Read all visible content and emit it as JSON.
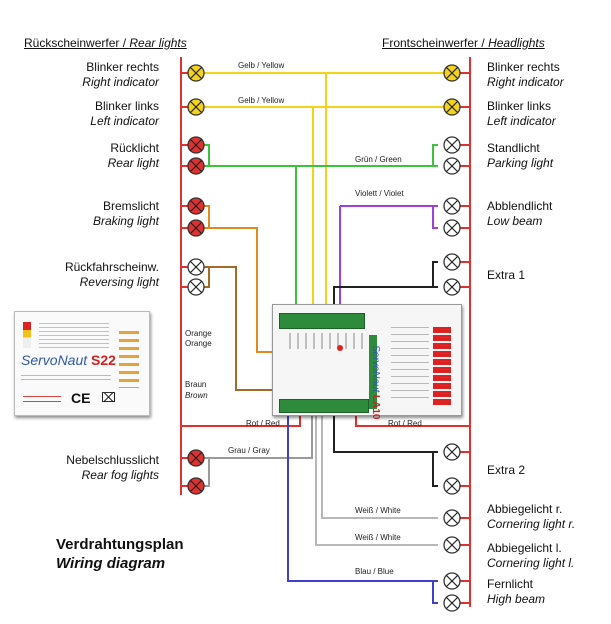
{
  "headers": {
    "rear": {
      "de": "Rückscheinwerfer",
      "en": "Rear lights"
    },
    "front": {
      "de": "Frontscheinwerfer",
      "en": "Headlights"
    }
  },
  "rear_lights": [
    {
      "de": "Blinker rechts",
      "en": "Right indicator"
    },
    {
      "de": "Blinker links",
      "en": "Left indicator"
    },
    {
      "de": "Rücklicht",
      "en": "Rear light"
    },
    {
      "de": "Bremslicht",
      "en": "Braking light"
    },
    {
      "de": "Rückfahrscheinw.",
      "en": "Reversing light"
    },
    {
      "de": "Nebelschlusslicht",
      "en": "Rear fog lights"
    }
  ],
  "front_lights": [
    {
      "de": "Blinker rechts",
      "en": "Right indicator"
    },
    {
      "de": "Blinker links",
      "en": "Left indicator"
    },
    {
      "de": "Standlicht",
      "en": "Parking light"
    },
    {
      "de": "Abblendlicht",
      "en": "Low beam"
    },
    {
      "de": "Extra 1",
      "en": ""
    },
    {
      "de": "Extra 2",
      "en": ""
    },
    {
      "de": "Abbiegelicht r.",
      "en": "Cornering light r."
    },
    {
      "de": "Abbiegelicht l.",
      "en": "Cornering light l."
    },
    {
      "de": "Fernlicht",
      "en": "High beam"
    }
  ],
  "wires": {
    "yellow1": "Gelb / Yellow",
    "yellow2": "Gelb / Yellow",
    "green": "Grün / Green",
    "violet": "Violett / Violet",
    "orange_de": "Orange",
    "orange_en": "Orange",
    "brown_de": "Braun",
    "brown_en": "Brown",
    "red_left": "Rot / Red",
    "red_right": "Rot / Red",
    "grey": "Grau / Gray",
    "white1": "Weiß / White",
    "white2": "Weiß / White",
    "blue": "Blau / Blue"
  },
  "title": {
    "de": "Verdrahtungsplan",
    "en": "Wiring diagram"
  },
  "s22": {
    "brand": "ServoNaut",
    "model": "S22",
    "ce": "CE"
  },
  "la10": {
    "brand": "ServoNaut",
    "model": "LA10"
  },
  "colors": {
    "red": "#e03030",
    "yellow": "#f2d21a",
    "green": "#3cc23c",
    "violet": "#a040d8",
    "orange": "#e08a1e",
    "brown": "#a56a2a",
    "grey": "#9a9a9a",
    "white_wire": "#b8b8b8",
    "blue": "#4040d0",
    "black": "#222222",
    "module_green": "#2e8b3c"
  }
}
